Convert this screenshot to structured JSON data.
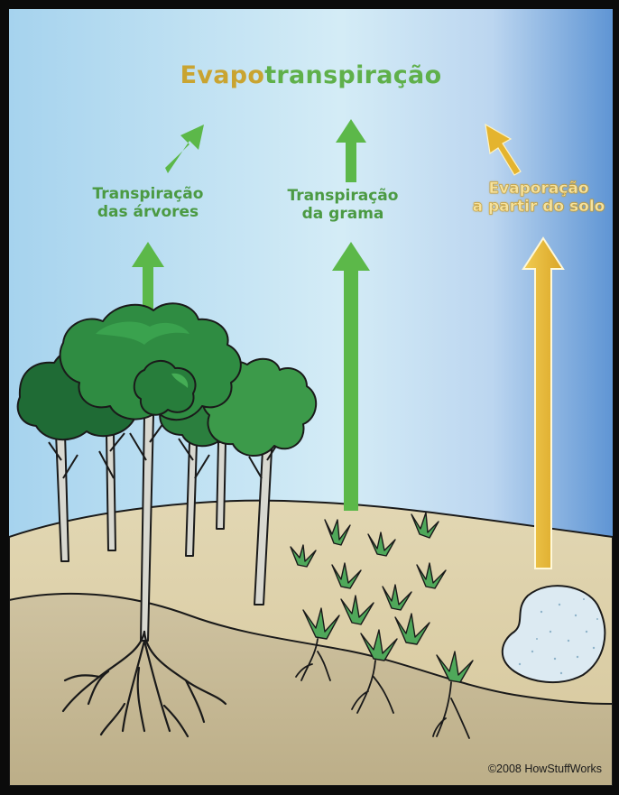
{
  "title": {
    "part1": "Evapo",
    "part2": "transpiração"
  },
  "labels": {
    "trees": [
      "Transpiração",
      "das árvores"
    ],
    "grass": [
      "Transpiração",
      "da grama"
    ],
    "soil": [
      "Evaporação",
      "a partir do solo"
    ]
  },
  "copyright": "©2008 HowStuffWorks",
  "colors": {
    "sky_left": "#a9d6ef",
    "sky_right": "#6f9fd6",
    "soil_top": "#dccfa9",
    "soil_bottom": "#b9aa85",
    "tree_green": "#2e8a3f",
    "arrow_green": "#5cb849",
    "arrow_yellow": "#e8bb39",
    "puddle": "#dbe9f1"
  }
}
